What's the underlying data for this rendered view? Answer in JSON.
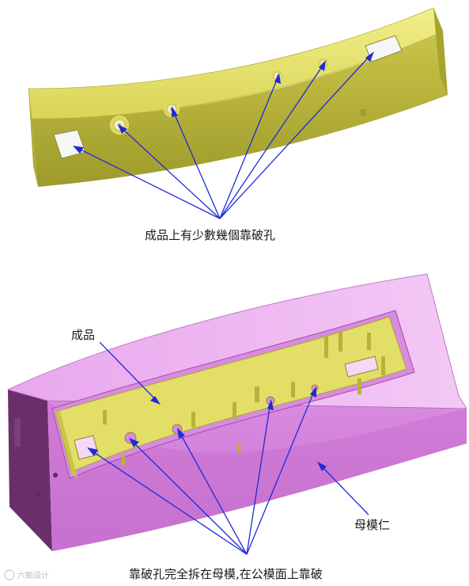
{
  "top_figure": {
    "caption": "成品上有少數幾個靠破孔"
  },
  "bottom_figure": {
    "part_label": "成品",
    "mold_label": "母模仁",
    "caption": "靠破孔完全拆在母模,在公模面上靠破"
  },
  "watermark": {
    "text": "六甄设计"
  },
  "colors": {
    "part_yellow": "#e6e36a",
    "part_shadow": "#b8b43c",
    "mold_pink": "#d98be0",
    "mold_shadow": "#a0479f",
    "mold_dark": "#5e2a5f",
    "arrow": "#1f2bd6"
  }
}
